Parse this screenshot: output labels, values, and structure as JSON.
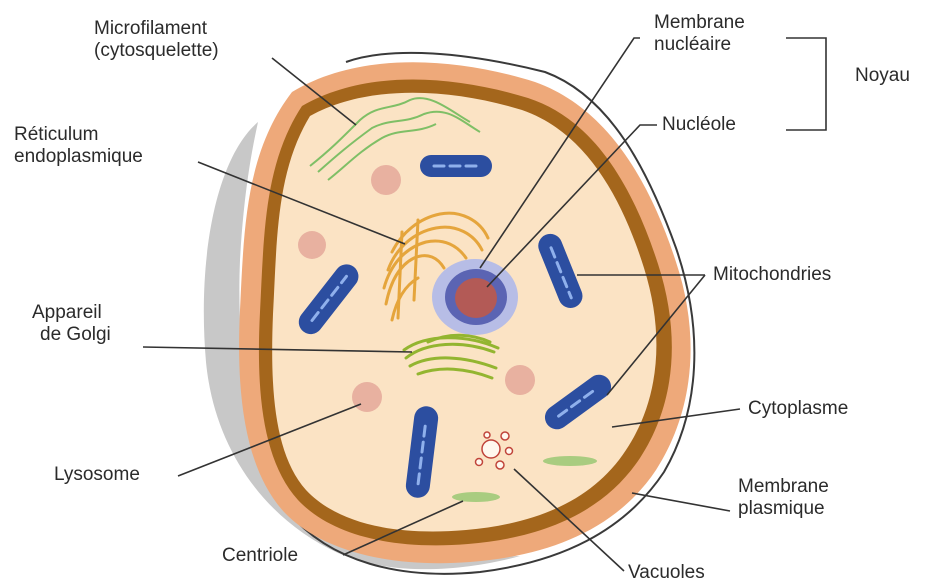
{
  "labels": {
    "microfilament": [
      "Microfilament",
      "(cytosquelette)"
    ],
    "reticulum": [
      "Réticulum",
      "endoplasmique"
    ],
    "golgi": [
      "Appareil",
      "de Golgi"
    ],
    "lysosome": "Lysosome",
    "centriole": "Centriole",
    "membrane_nucleaire": [
      "Membrane",
      "nucléaire"
    ],
    "nucleole": "Nucléole",
    "noyau": "Noyau",
    "mitochondries": "Mitochondries",
    "cytoplasme": "Cytoplasme",
    "membrane_plasmique": [
      "Membrane",
      "plasmique"
    ],
    "vacuoles": "Vacuoles"
  },
  "colors": {
    "cytoplasm": "#fbe3c4",
    "inner_membrane": "#a4661c",
    "outer_membrane": "#eea97a",
    "shadow": "#c7c7c7",
    "mitochondria": "#2c4ea0",
    "mitochondria_stripe": "#8fb0ec",
    "reticulum": "#e5a53c",
    "golgi": "#93b530",
    "microfilament": "#7fbf66",
    "lysosome": "#e0a090",
    "nucleus_outer": "#b7bde6",
    "nucleus_inner": "#5b64b3",
    "nucleolus": "#b35a56",
    "leader_line": "#333333"
  }
}
